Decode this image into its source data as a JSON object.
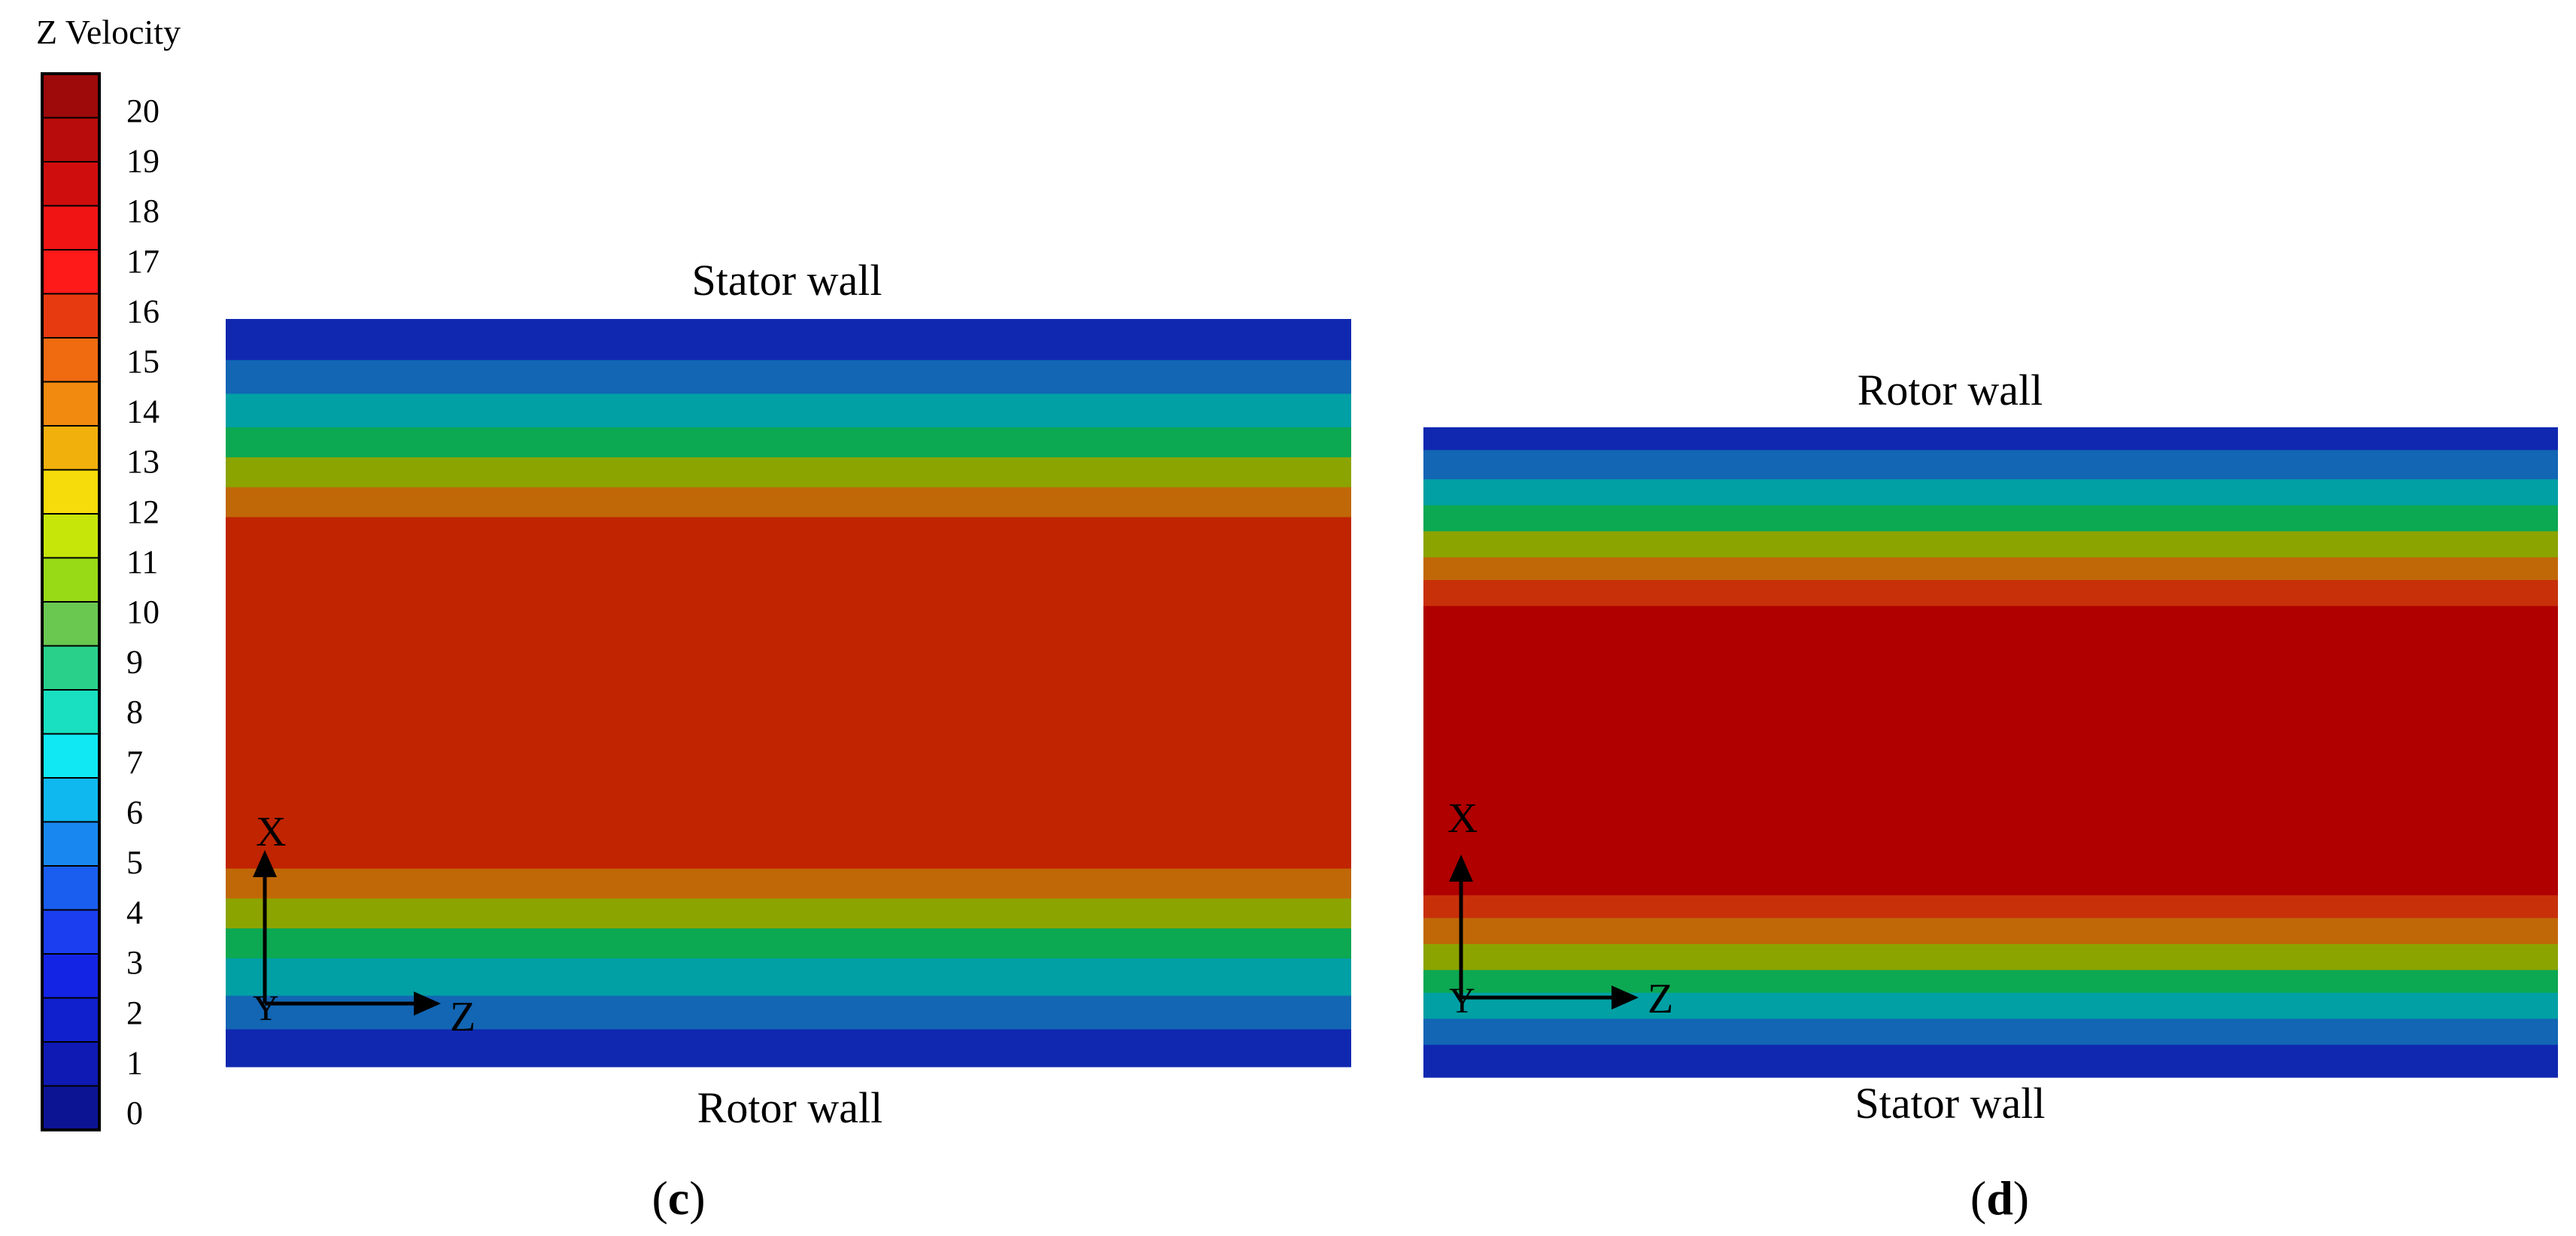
{
  "legend": {
    "title": "Z Velocity",
    "ticks": [
      "20",
      "19",
      "18",
      "17",
      "16",
      "15",
      "14",
      "13",
      "12",
      "11",
      "10",
      "9",
      "8",
      "7",
      "6",
      "5",
      "4",
      "3",
      "2",
      "1",
      "0"
    ],
    "colors": [
      "#9e0a0a",
      "#b80b0b",
      "#d00d0d",
      "#f01414",
      "#ff1a1a",
      "#e83a10",
      "#f06a10",
      "#f28a10",
      "#f2b00c",
      "#f6dc0a",
      "#c6e60a",
      "#98da16",
      "#6ac850",
      "#28d08a",
      "#18e0c0",
      "#10e8f4",
      "#10b8f0",
      "#1888f0",
      "#1a5ef0",
      "#1a3ef0",
      "#1424e4",
      "#1020cc",
      "#0f1ab4",
      "#0c1494"
    ]
  },
  "panels": [
    {
      "id": "c",
      "top_label": "Stator wall",
      "bottom_label": "Rotor wall",
      "tag_open": "(",
      "tag_letter": "c",
      "tag_close": ")",
      "bands": [
        {
          "color": "#1028b0",
          "frac": 0.055
        },
        {
          "color": "#1266b4",
          "frac": 0.045
        },
        {
          "color": "#00a0a4",
          "frac": 0.045
        },
        {
          "color": "#0ca852",
          "frac": 0.04
        },
        {
          "color": "#8ca400",
          "frac": 0.04
        },
        {
          "color": "#c06808",
          "frac": 0.04
        },
        {
          "color": "#c02400",
          "frac": 0.47
        },
        {
          "color": "#c06808",
          "frac": 0.04
        },
        {
          "color": "#8ca400",
          "frac": 0.04
        },
        {
          "color": "#0ca852",
          "frac": 0.04
        },
        {
          "color": "#00a0a4",
          "frac": 0.05
        },
        {
          "color": "#1266b4",
          "frac": 0.045
        },
        {
          "color": "#1028b0",
          "frac": 0.05
        }
      ],
      "axes": {
        "x_label": "X",
        "z_label": "Z",
        "y_label": "Y"
      }
    },
    {
      "id": "d",
      "top_label": "Rotor wall",
      "bottom_label": "Stator wall",
      "tag_open": "(",
      "tag_letter": "d",
      "tag_close": ")",
      "bands": [
        {
          "color": "#1028b0",
          "frac": 0.035
        },
        {
          "color": "#1266b4",
          "frac": 0.045
        },
        {
          "color": "#00a0a4",
          "frac": 0.04
        },
        {
          "color": "#0ca852",
          "frac": 0.04
        },
        {
          "color": "#8ca400",
          "frac": 0.04
        },
        {
          "color": "#c06808",
          "frac": 0.035
        },
        {
          "color": "#c8300a",
          "frac": 0.04
        },
        {
          "color": "#b00000",
          "frac": 0.445
        },
        {
          "color": "#c8300a",
          "frac": 0.035
        },
        {
          "color": "#c06808",
          "frac": 0.04
        },
        {
          "color": "#8ca400",
          "frac": 0.04
        },
        {
          "color": "#0ca852",
          "frac": 0.035
        },
        {
          "color": "#00a0a4",
          "frac": 0.04
        },
        {
          "color": "#1266b4",
          "frac": 0.04
        },
        {
          "color": "#1028b0",
          "frac": 0.05
        }
      ],
      "axes": {
        "x_label": "X",
        "z_label": "Z",
        "y_label": "Y"
      }
    }
  ]
}
